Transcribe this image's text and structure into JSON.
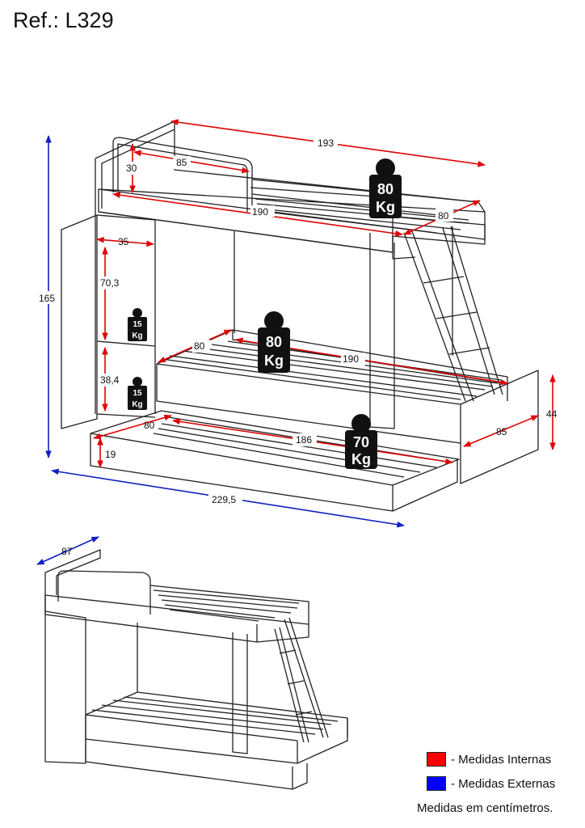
{
  "reference": "Ref.: L329",
  "dimensions": {
    "width_top": "193",
    "headboard": "85",
    "headboard_height": "30",
    "bed_length_top": "190",
    "bed_width_top": "80",
    "shelf_width": "35",
    "shelf_upper": "70,3",
    "shelf_lower": "38,4",
    "total_height": "165",
    "bed_length_mid": "190",
    "bed_width_mid": "80",
    "trundle_width": "80",
    "trundle_length": "186",
    "trundle_height": "19",
    "total_length": "229,5",
    "depth_mid": "85",
    "mid_height": "44",
    "depth_total": "87"
  },
  "weights": {
    "top": {
      "value": "80",
      "unit": "Kg"
    },
    "mid": {
      "value": "80",
      "unit": "Kg"
    },
    "trundle": {
      "value": "70",
      "unit": "Kg"
    },
    "shelf_upper": {
      "value": "15",
      "unit": "Kg"
    },
    "shelf_lower": {
      "value": "15",
      "unit": "Kg"
    }
  },
  "legend": {
    "internal": {
      "label": "- Medidas Internas",
      "color": "#ff0000"
    },
    "external": {
      "label": "- Medidas Externas",
      "color": "#0000ff"
    },
    "note": "Medidas em centímetros."
  }
}
